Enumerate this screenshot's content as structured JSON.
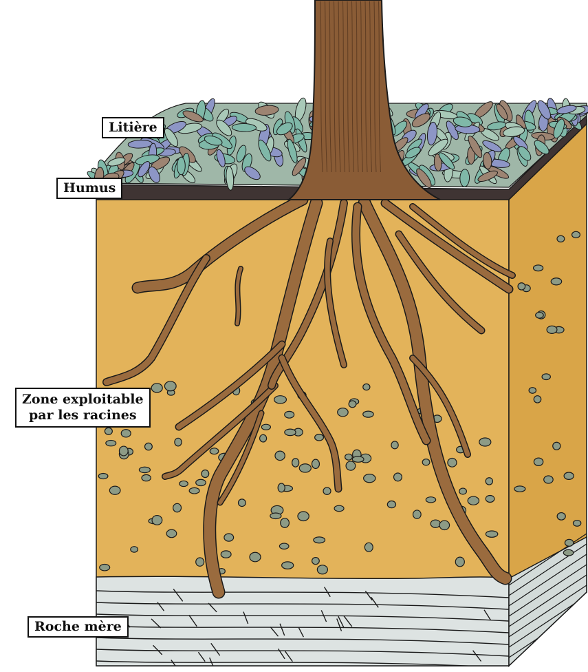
{
  "labels": {
    "litiere": "Litière",
    "humus": "Humus",
    "zone_line1": "Zone exploitable",
    "zone_line2": "par les racines",
    "roche": "Roche mère"
  },
  "colors": {
    "soil": "#e3b35a",
    "soil_side": "#d9a548",
    "root": "#9a6b3e",
    "trunk": "#8a5c36",
    "leaf_green": "#7fb8a8",
    "leaf_blue": "#8d96c6",
    "leaf_brown": "#9d8472",
    "humus": "#3f3433",
    "pebble": "#8d9b86",
    "rock": "#dde3e2",
    "outline": "#1a1a1a"
  }
}
